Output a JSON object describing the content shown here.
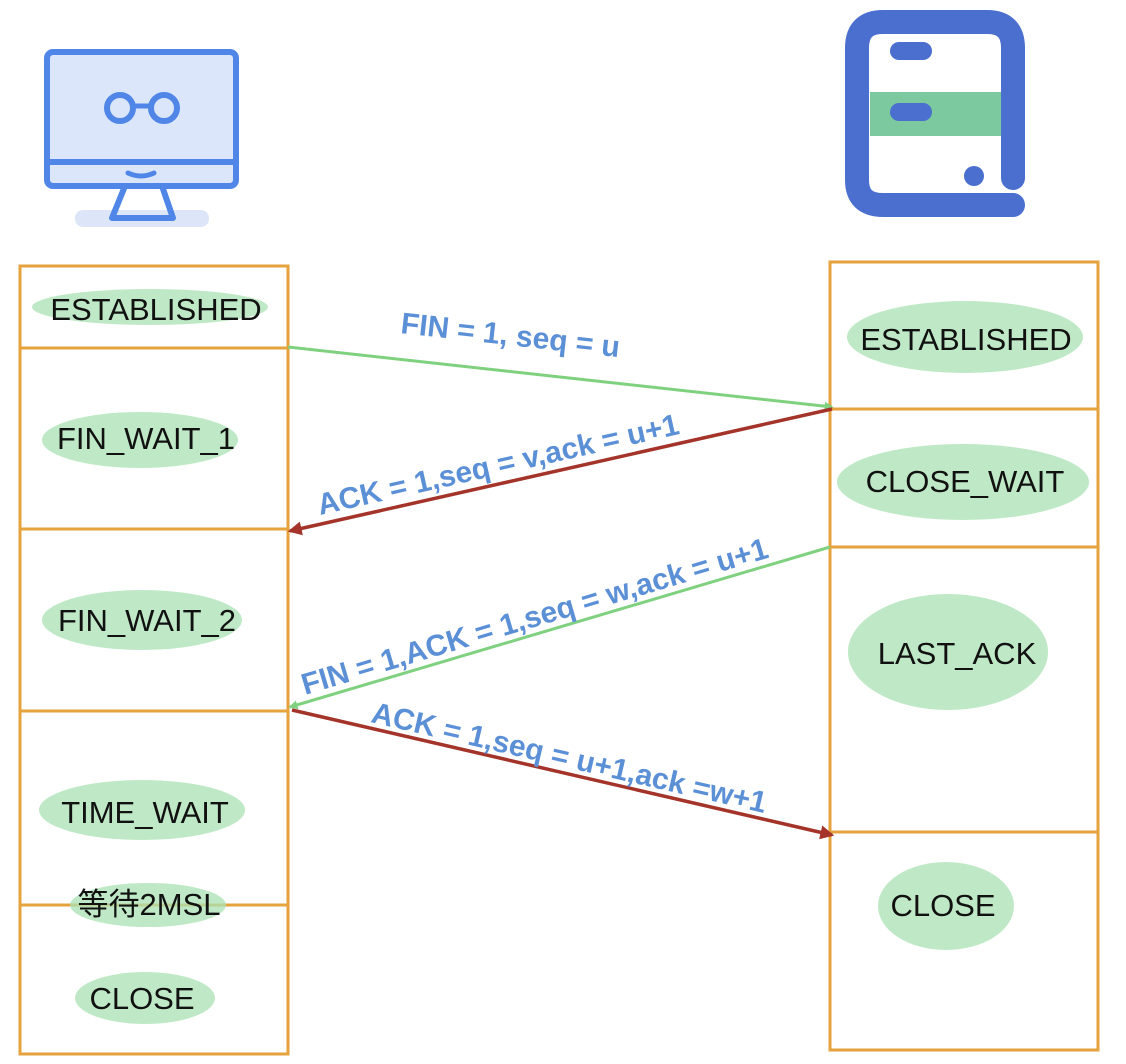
{
  "colors": {
    "box_border": "#e6a23c",
    "highlight_green": "#a9e2b3",
    "arrow_green": "#7fd17f",
    "arrow_red": "#a4342a",
    "label_blue": "#5b8fd6",
    "client_icon_blue": "#4f86e8",
    "server_icon_blue": "#4a6fcf",
    "server_icon_green": "#7cc9a0"
  },
  "client": {
    "icon": "desktop-monitor-with-glasses-icon",
    "states": {
      "established": "ESTABLISHED",
      "fin_wait_1": "FIN_WAIT_1",
      "fin_wait_2": "FIN_WAIT_2",
      "time_wait": "TIME_WAIT",
      "wait_2msl": "等待2MSL",
      "close": "CLOSE"
    }
  },
  "server": {
    "icon": "server-rack-icon",
    "states": {
      "established": "ESTABLISHED",
      "close_wait": "CLOSE_WAIT",
      "last_ack": "LAST_ACK",
      "close": "CLOSE"
    }
  },
  "messages": {
    "m1": "FIN = 1, seq = u",
    "m2": "ACK = 1,seq = v,ack = u+1",
    "m3": "FIN = 1,ACK = 1,seq = w,ack = u+1",
    "m4": "ACK = 1,seq = u+1,ack =w+1"
  }
}
